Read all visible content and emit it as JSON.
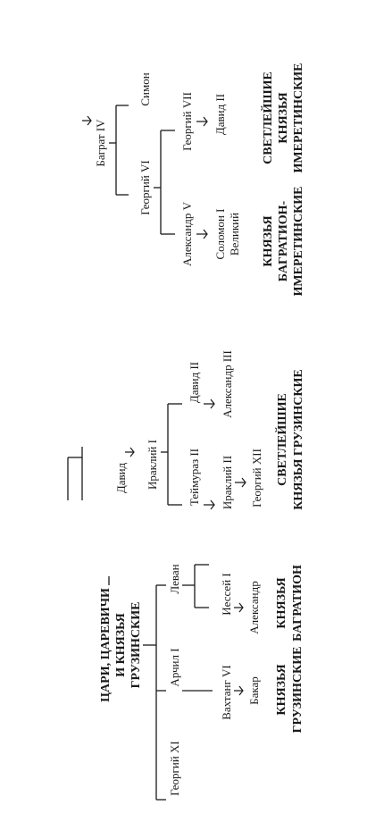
{
  "georgian": {
    "title": [
      "ЦАРИ, ЦАРЕВИЧИ",
      "И КНЯЗЬЯ",
      "ГРУЗИНСКИЕ"
    ],
    "children": [
      "Георгий XI",
      "Арчил I",
      "Леван"
    ],
    "vakhtang": "Вахтанг VI",
    "bakar": "Бакар",
    "iessei": "Иессей I",
    "aleksandr": "Александр",
    "group_gruzinskie": [
      "КНЯЗЬЯ",
      "ГРУЗИНСКИЕ"
    ],
    "group_bagration": [
      "КНЯЗЬЯ",
      "БАГРАТИОН"
    ]
  },
  "kakheti": {
    "david": "Давид",
    "irakli1": "Ираклий I",
    "teimuraz2": "Теймураз II",
    "david2": "Давид II",
    "irakli2": "Ираклий II",
    "aleksandr3": "Александр III",
    "georgii12": "Георгий XII",
    "group": [
      "СВЕТЛЕЙШИЕ",
      "КНЯЗЬЯ ГРУЗИНСКИЕ"
    ]
  },
  "imereti": {
    "bagrat4": "Баграт IV",
    "georgii6": "Георгий VI",
    "simon": "Симон",
    "aleksandr5": "Александр V",
    "georgii7": "Георгий VII",
    "solomon": [
      "Соломон I",
      "Великий"
    ],
    "david2": "Давид II",
    "group_bagration_imer": [
      "КНЯЗЬЯ",
      "БАГРАТИОН-",
      "ИМЕРЕТИНСКИЕ"
    ],
    "group_svet": [
      "СВЕТЛЕЙШИЕ",
      "КНЯЗЬЯ",
      "ИМЕРЕТИНСКИЕ"
    ]
  }
}
